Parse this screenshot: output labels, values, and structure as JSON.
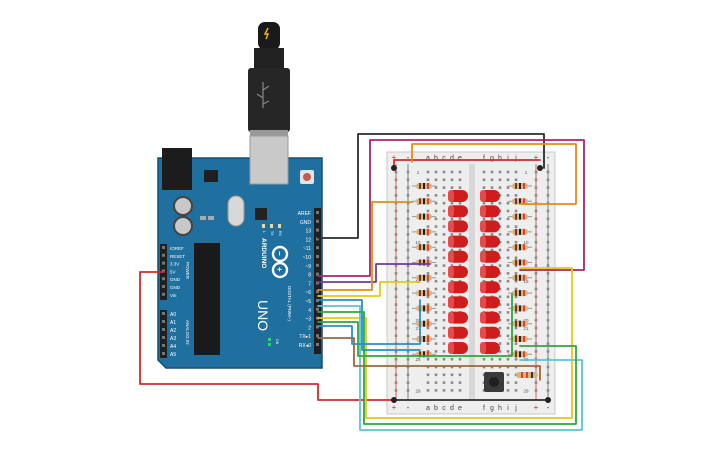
{
  "arduino": {
    "brand": "ARDUINO",
    "model": "UNO",
    "digital_header_title": "DIGITAL (PWM~)",
    "power_header_title": "POWER",
    "analog_header_title": "ANALOG IN",
    "led_labels": [
      "L",
      "TX",
      "RX"
    ],
    "on_label": "ON",
    "digital_pins": [
      "AREF",
      "GND",
      "13",
      "12",
      "~11",
      "~10",
      "~9",
      "8",
      "7",
      "~6",
      "~5",
      "4",
      "~3",
      "2",
      "TX▸1",
      "RX◂0"
    ],
    "power_pins": [
      "IOREF",
      "RESET",
      "3.3V",
      "5V",
      "GND",
      "GND",
      "Vin"
    ],
    "analog_pins": [
      "A0",
      "A1",
      "A2",
      "A3",
      "A4",
      "A5"
    ]
  },
  "breadboard": {
    "column_letters_left": [
      "a",
      "b",
      "c",
      "d",
      "e"
    ],
    "column_letters_right": [
      "f",
      "g",
      "h",
      "i",
      "j"
    ],
    "rail_plus": "+",
    "rail_minus": "-",
    "row_numbers": [
      "1",
      "",
      "",
      "",
      "5",
      "",
      "",
      "",
      "",
      "10",
      "",
      "",
      "",
      "",
      "15",
      "",
      "",
      "",
      "",
      "20",
      "21",
      "",
      "",
      "",
      "25",
      "",
      "",
      "",
      "29"
    ]
  },
  "colors": {
    "board_blue": "#1f6f9f",
    "board_dark": "#134d72",
    "led_red": "#cf1d1d",
    "wire_red": "#d32a2a",
    "wire_black": "#2b2b2b",
    "wire_magenta": "#a8246e",
    "wire_orange": "#e98a10",
    "wire_yellow": "#e6c814",
    "wire_blue": "#2a8ec8",
    "wire_cyan": "#5ac3d8",
    "wire_green": "#2ea83a",
    "wire_brown": "#9a6a3a",
    "wire_purple": "#6a3da0"
  }
}
